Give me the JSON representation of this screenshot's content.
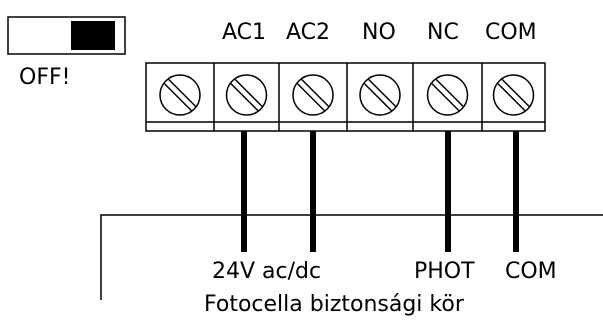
{
  "switch": {
    "state_label": "OFF!"
  },
  "terminals": [
    {
      "label": "AC1",
      "wired": true
    },
    {
      "label": "AC2",
      "wired": true
    },
    {
      "label": "NO",
      "wired": false
    },
    {
      "label": "NC",
      "wired": true
    },
    {
      "label": "COM",
      "wired": true
    }
  ],
  "wiring": {
    "supply_label": "24V ac/dc",
    "phot_label": "PHOT",
    "com_label": "COM",
    "caption": "Fotocella biztonsági kör"
  }
}
